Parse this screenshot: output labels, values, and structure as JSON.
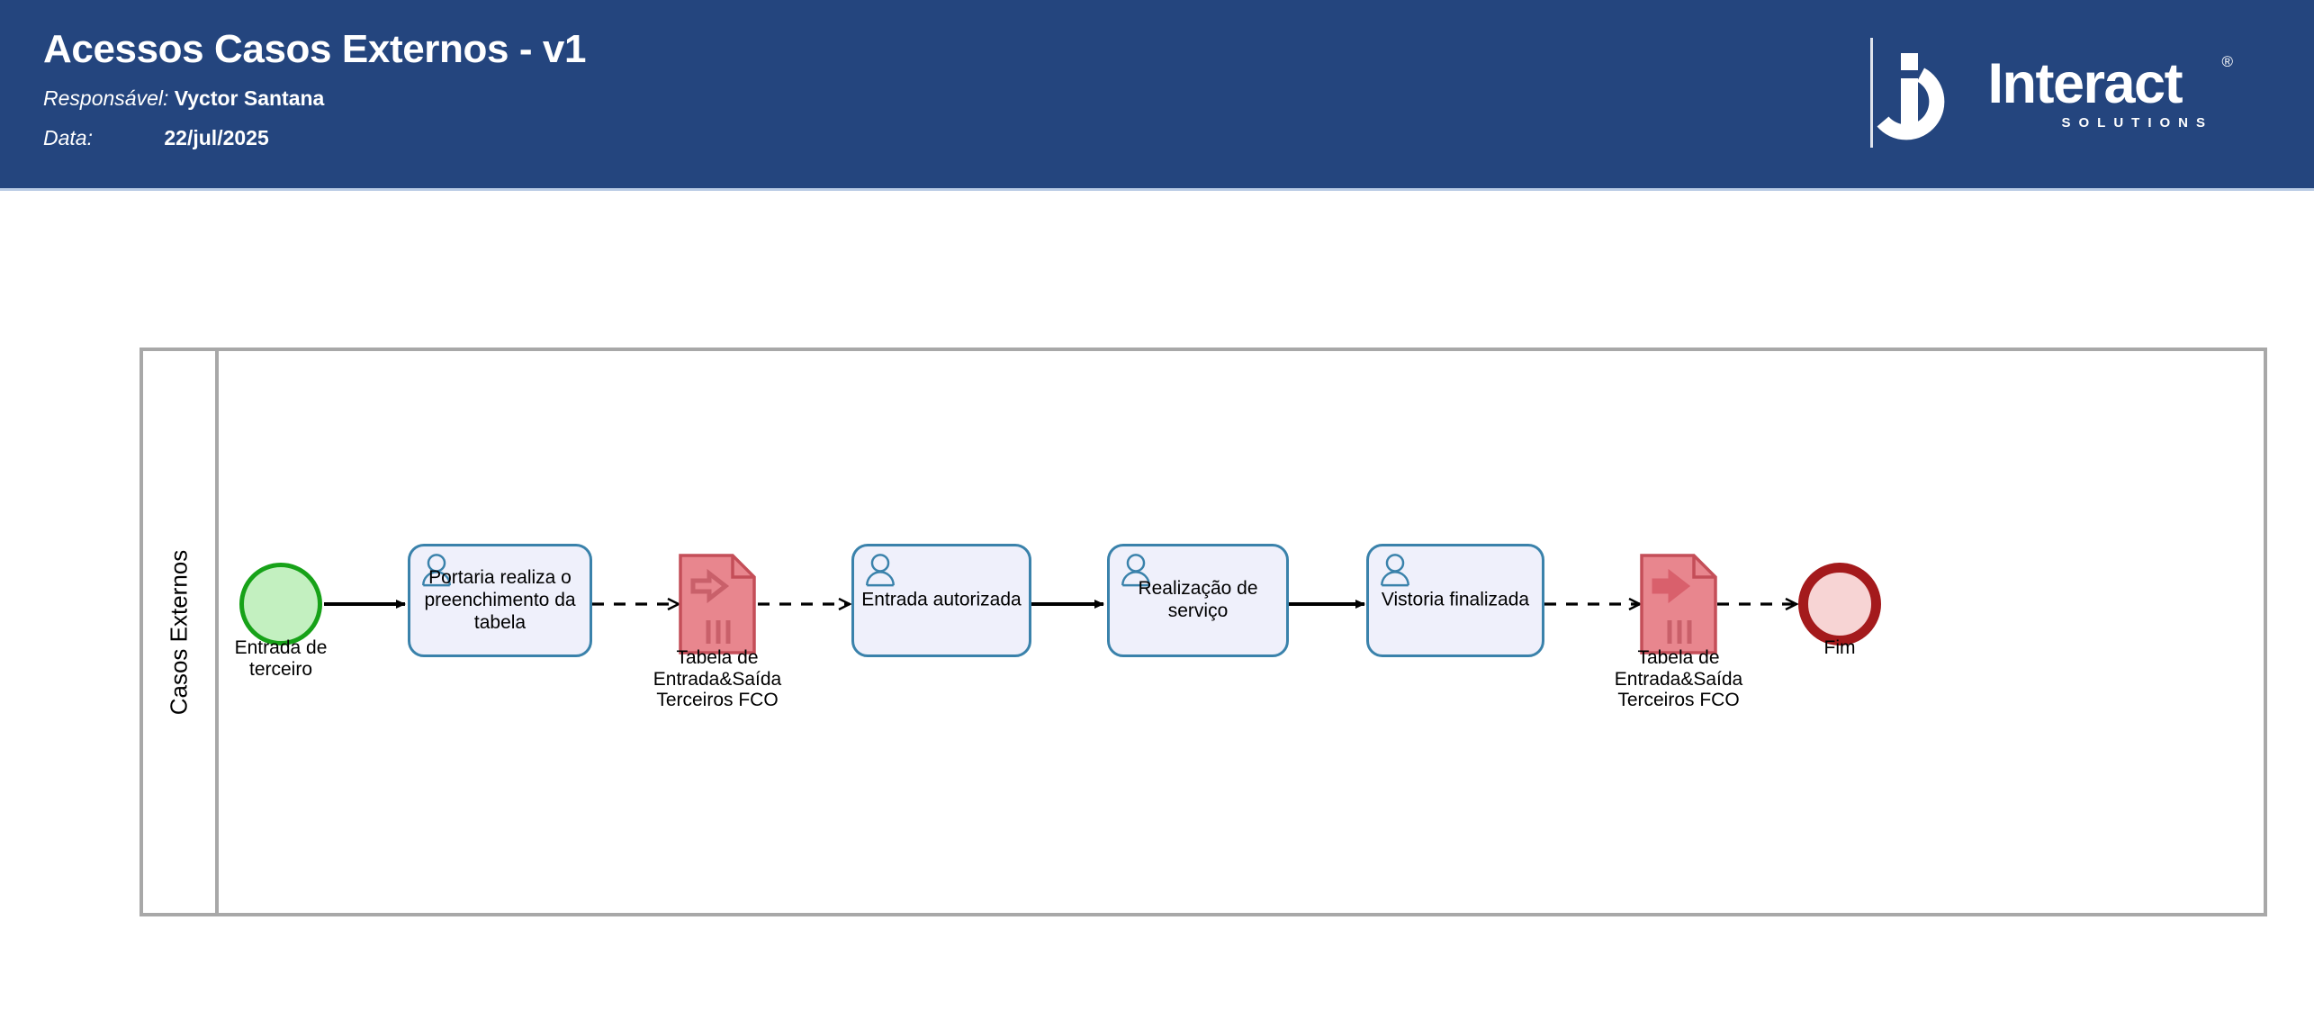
{
  "header": {
    "title": "Acessos Casos Externos - v1",
    "responsavel_label": "Responsável:",
    "responsavel_value": "Vyctor Santana",
    "data_label": "Data:",
    "data_value": "22/jul/2025",
    "background_color": "#24457e"
  },
  "logo": {
    "word": "Interact",
    "subtitle": "SOLUTIONS",
    "registered_mark": "®"
  },
  "pool": {
    "lane_label": "Casos Externos",
    "border_color": "#a8a8a8"
  },
  "diagram": {
    "type": "bpmn-process",
    "colors": {
      "start_fill": "#c3f0c0",
      "start_stroke": "#17a218",
      "end_fill": "#f7d4d4",
      "end_stroke": "#a41a1c",
      "task_fill": "#eff0fb",
      "task_stroke": "#3a82ab",
      "data_fill": "#e8868e",
      "data_stroke": "#c44e58"
    },
    "nodes": [
      {
        "id": "start",
        "type": "start-event",
        "label": "Entrada de\nterceiro"
      },
      {
        "id": "task1",
        "type": "user-task",
        "label": "Portaria realiza o\npreenchimento da\ntabela"
      },
      {
        "id": "data1",
        "type": "data-object",
        "label": "Tabela de\nEntrada&Saída\nTerceiros FCO"
      },
      {
        "id": "task2",
        "type": "user-task",
        "label": "Entrada autorizada"
      },
      {
        "id": "task3",
        "type": "user-task",
        "label": "Realização de\nserviço"
      },
      {
        "id": "task4",
        "type": "user-task",
        "label": "Vistoria finalizada"
      },
      {
        "id": "data2",
        "type": "data-object",
        "label": "Tabela de\nEntrada&Saída\nTerceiros FCO"
      },
      {
        "id": "end",
        "type": "end-event",
        "label": "Fim"
      }
    ],
    "edges": [
      {
        "from": "start",
        "to": "task1",
        "style": "sequence-flow"
      },
      {
        "from": "task1",
        "to": "data1",
        "style": "association-dashed"
      },
      {
        "from": "data1",
        "to": "task2",
        "style": "association-dashed"
      },
      {
        "from": "task2",
        "to": "task3",
        "style": "sequence-flow"
      },
      {
        "from": "task3",
        "to": "task4",
        "style": "sequence-flow"
      },
      {
        "from": "task4",
        "to": "data2",
        "style": "association-dashed"
      },
      {
        "from": "data2",
        "to": "end",
        "style": "association-dashed"
      }
    ]
  }
}
